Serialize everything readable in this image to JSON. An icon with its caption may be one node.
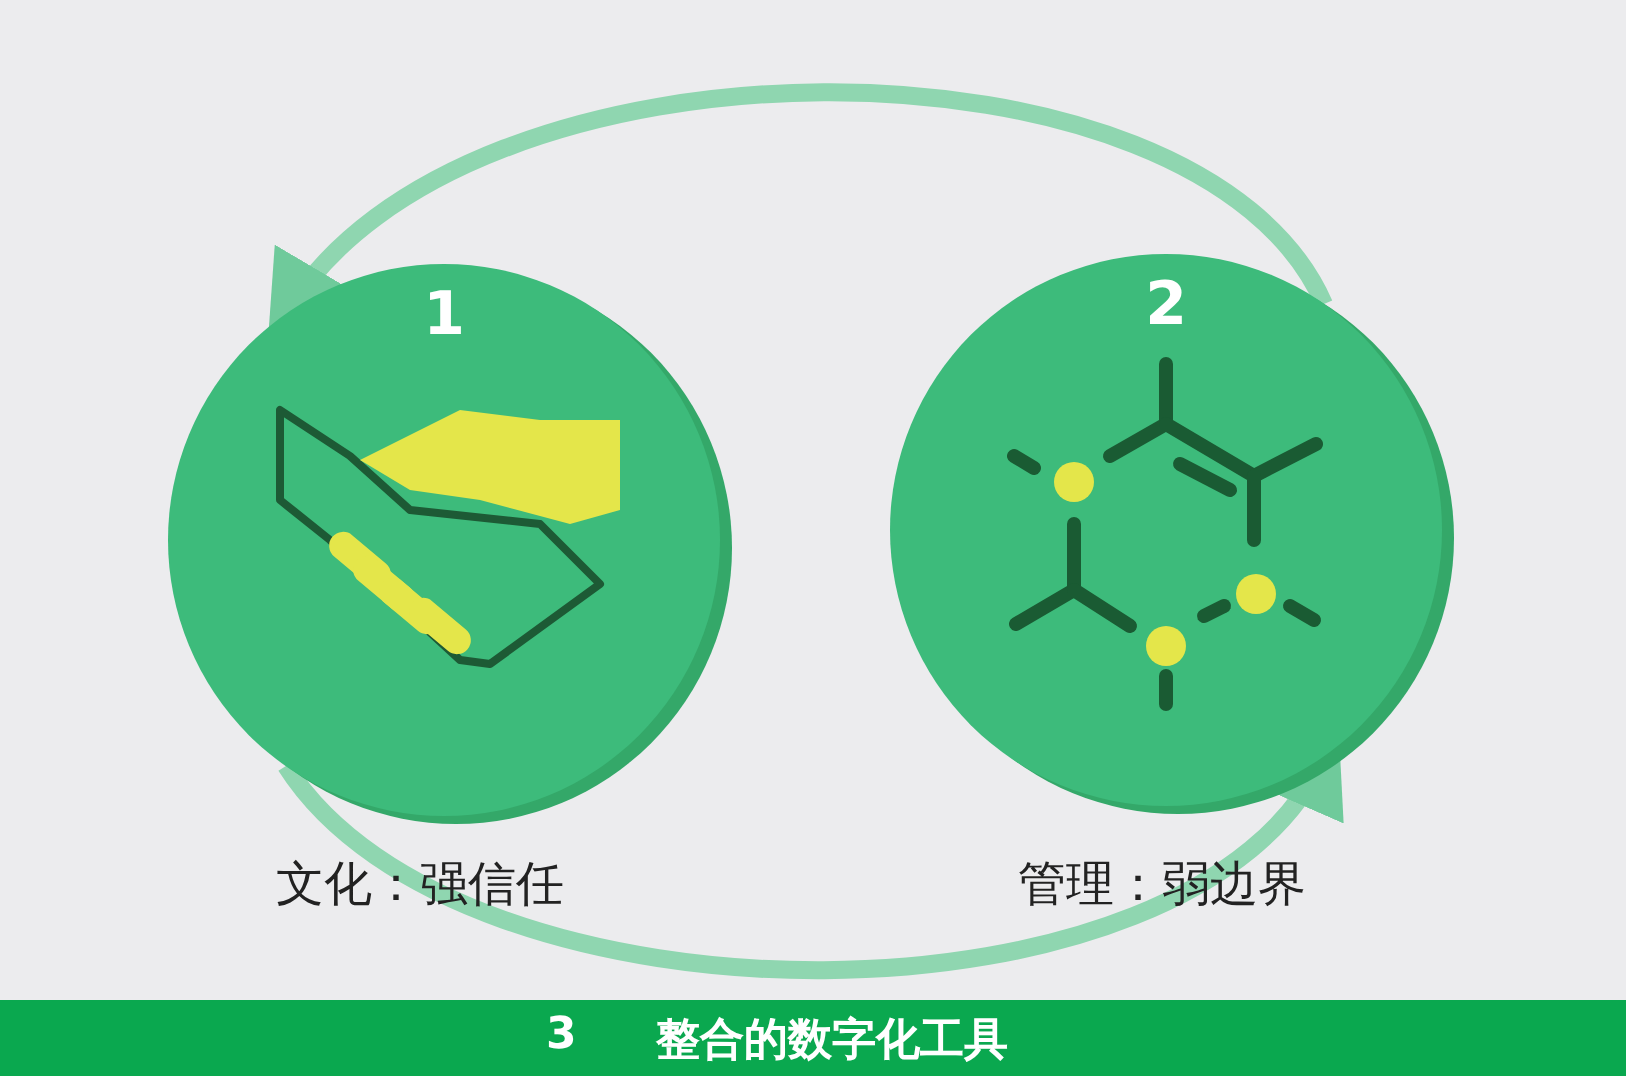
{
  "diagram": {
    "nodes": [
      {
        "text": [
          "1"
        ],
        "beside": [
          "文化：强信任"
        ]
      },
      {
        "text": [
          "2"
        ],
        "beside": [
          "管理：弱边界"
        ]
      },
      {
        "text": [
          "3",
          "整合的数字化工具"
        ]
      }
    ],
    "edges": [
      {
        "from": 1,
        "to": 0,
        "arrow": "to"
      },
      {
        "from": 0,
        "to": 1,
        "arrow": "to"
      }
    ]
  }
}
